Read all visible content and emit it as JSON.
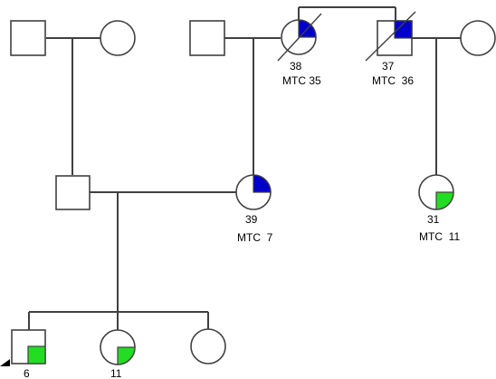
{
  "colors": {
    "line": "#404040",
    "blue_fill": "#0000cc",
    "green_fill": "#22dd22",
    "background": "#ffffff"
  },
  "individuals": [
    {
      "id": "g1-grandfather-left",
      "sex": "male",
      "status": "unaffected"
    },
    {
      "id": "g1-grandmother-left",
      "sex": "female",
      "status": "unaffected"
    },
    {
      "id": "g1-grandfather-mid",
      "sex": "male",
      "status": "unaffected"
    },
    {
      "id": "g1-female-38",
      "sex": "female",
      "status": "deceased",
      "shading": "blue",
      "age": "38",
      "note": "MTC 35"
    },
    {
      "id": "g1-male-37",
      "sex": "male",
      "status": "deceased",
      "shading": "blue",
      "age": "37",
      "note": "MTC  36"
    },
    {
      "id": "g1-grandmother-right",
      "sex": "female",
      "status": "unaffected"
    },
    {
      "id": "g2-father",
      "sex": "male",
      "status": "unaffected"
    },
    {
      "id": "g2-mother-39",
      "sex": "female",
      "status": "affected",
      "shading": "blue",
      "age": "39",
      "note": "MTC  7"
    },
    {
      "id": "g2-female-31",
      "sex": "female",
      "status": "affected",
      "shading": "green",
      "age": "31",
      "note": "MTC  11"
    },
    {
      "id": "g3-proband-6",
      "sex": "male",
      "status": "proband",
      "shading": "green",
      "age": "6"
    },
    {
      "id": "g3-female-11",
      "sex": "female",
      "status": "affected",
      "shading": "green",
      "age": "11"
    },
    {
      "id": "g3-female-sibling",
      "sex": "female",
      "status": "unaffected"
    }
  ],
  "labels": {
    "p38_age": "38",
    "p38_note": "MTC 35",
    "p37_age": "37",
    "p37_note": "MTC  36",
    "p39_age": "39",
    "p39_note": "MTC  7",
    "p31_age": "31",
    "p31_note": "MTC  11",
    "p6_age": "6",
    "p11_age": "11"
  }
}
